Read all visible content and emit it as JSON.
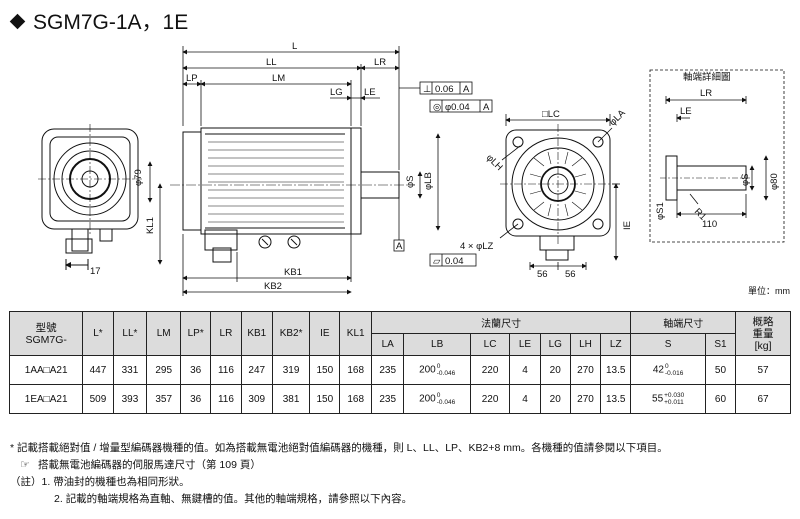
{
  "title": "SGM7G-1A，1E",
  "drawing": {
    "dims": {
      "L": "L",
      "LL": "LL",
      "LR": "LR",
      "LP": "LP",
      "LM": "LM",
      "LG": "LG",
      "LE": "LE",
      "KB1": "KB1",
      "KB2": "KB2",
      "KL1": "KL1",
      "IE": "IE",
      "phi79": "φ79",
      "d17": "17",
      "phiS": "φS",
      "phiLB": "φLB",
      "phiLH": "φLH",
      "phiLA": "φLA",
      "LC": "□LC",
      "d56a": "56",
      "d56b": "56",
      "hole": "4 × φLZ",
      "A": "A",
      "tol_runout": "0.06",
      "tol_coax": "φ0.04",
      "tol_perp": "0.04"
    },
    "detail": {
      "title": "軸端詳細圖",
      "LR": "LR",
      "LE": "LE",
      "phiS": "φS",
      "phi80": "φ80",
      "phiS1": "φS1",
      "R1": "R1",
      "d110": "110"
    }
  },
  "unit_label": "單位：mm",
  "table": {
    "head": {
      "model_line1": "型號",
      "model_line2": "SGM7G-",
      "L": "L*",
      "LL": "LL*",
      "LM": "LM",
      "LP": "LP*",
      "LR": "LR",
      "KB1": "KB1",
      "KB2": "KB2*",
      "IE": "IE",
      "KL1": "KL1",
      "flange": "法蘭尺寸",
      "shaft": "軸端尺寸",
      "mass_line1": "概略",
      "mass_line2": "重量",
      "mass_line3": "[kg]",
      "LA": "LA",
      "LB": "LB",
      "LC": "LC",
      "LE": "LE",
      "LG": "LG",
      "LH": "LH",
      "LZ": "LZ",
      "S": "S",
      "S1": "S1"
    },
    "rows": [
      {
        "model": "1AA□A21",
        "L": "447",
        "LL": "331",
        "LM": "295",
        "LP": "36",
        "LR": "116",
        "KB1": "247",
        "KB2": "319",
        "IE": "150",
        "KL1": "168",
        "LA": "235",
        "LB": "200",
        "LB_up": "0",
        "LB_dn": "-0.046",
        "LC": "220",
        "LE": "4",
        "LG": "20",
        "LH": "270",
        "LZ": "13.5",
        "S": "42",
        "S_up": "0",
        "S_dn": "-0.016",
        "S1": "50",
        "mass": "57"
      },
      {
        "model": "1EA□A21",
        "L": "509",
        "LL": "393",
        "LM": "357",
        "LP": "36",
        "LR": "116",
        "KB1": "309",
        "KB2": "381",
        "IE": "150",
        "KL1": "168",
        "LA": "235",
        "LB": "200",
        "LB_up": "0",
        "LB_dn": "-0.046",
        "LC": "220",
        "LE": "4",
        "LG": "20",
        "LH": "270",
        "LZ": "13.5",
        "S": "55",
        "S_up": "+0.030",
        "S_dn": "+0.011",
        "S1": "60",
        "mass": "67"
      }
    ]
  },
  "notes": {
    "star": "* 記載搭載絕對值 / 增量型編碼器機種的值。如為搭載無電池絕對值編碼器的機種，則 L、LL、LP、KB2+8 mm。各機種的值請參閱以下項目。",
    "ref_icon": "pointing-hand-icon",
    "ref": "搭載無電池編碼器的伺服馬達尺寸（第 109 頁）",
    "note_prefix": "（註）1.",
    "note1": "帶油封的機種也為相同形狀。",
    "note2_num": "2.",
    "note2": "記載的軸端規格為直軸、無鍵槽的值。其他的軸端規格，請參照以下內容。"
  }
}
